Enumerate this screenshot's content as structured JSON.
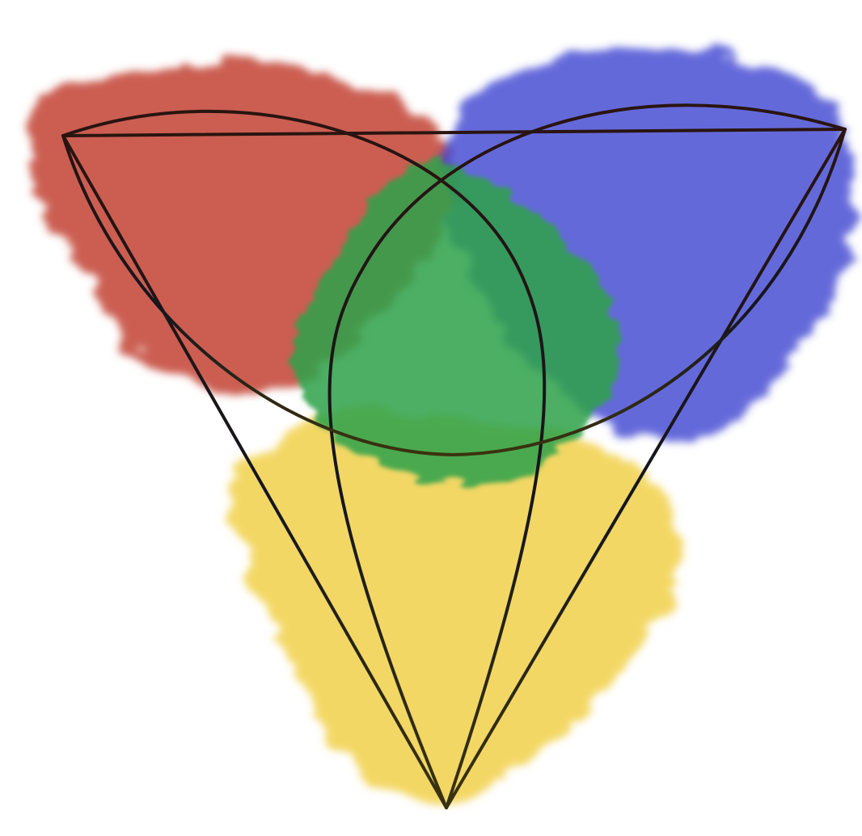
{
  "artwork": {
    "background_color": "#ffffff",
    "outline_color": "#1a1208",
    "washes": [
      {
        "name": "red-watercolor-wash",
        "color": "#c0392b"
      },
      {
        "name": "blue-watercolor-wash",
        "color": "#3a3fd0"
      },
      {
        "name": "yellow-watercolor-wash",
        "color": "#f0cc3a"
      },
      {
        "name": "green-watercolor-wash",
        "color": "#2fa24a"
      }
    ],
    "outlines": [
      {
        "name": "outer-triangle"
      },
      {
        "name": "red-lens-outline"
      },
      {
        "name": "blue-lens-outline"
      },
      {
        "name": "yellow-lens-outline"
      }
    ]
  }
}
